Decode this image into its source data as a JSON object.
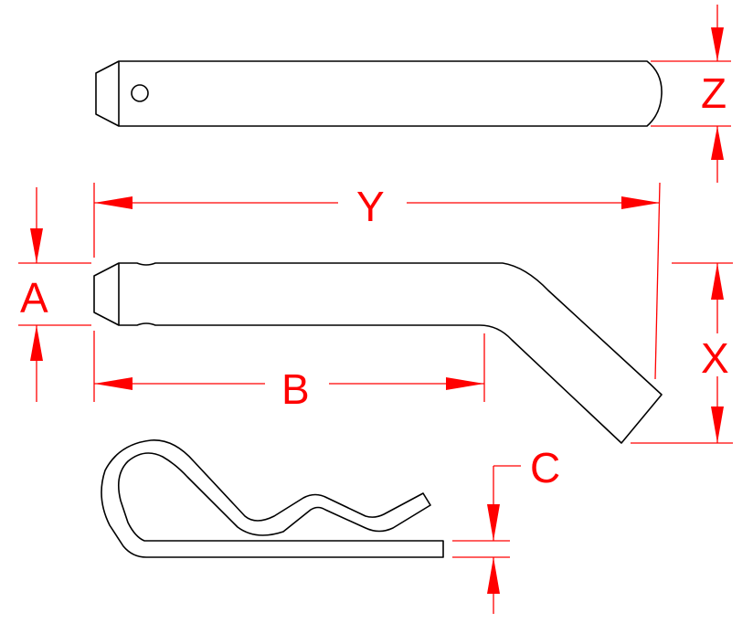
{
  "labels": {
    "z": "Z",
    "y": "Y",
    "a": "A",
    "x": "X",
    "b": "B",
    "c": "C"
  },
  "colors": {
    "part_outline": "#000000",
    "dimension": "#ff0000"
  }
}
